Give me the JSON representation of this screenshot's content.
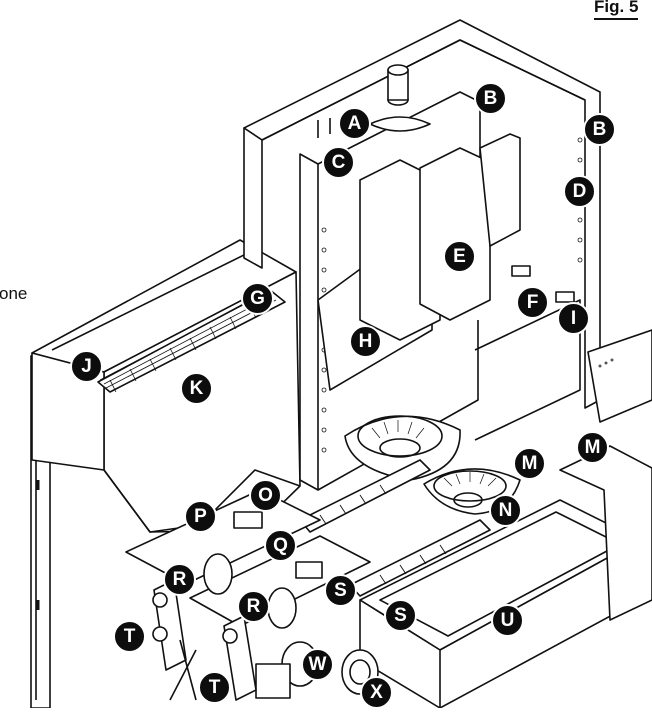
{
  "figure": {
    "title": "Fig. 5",
    "side_text": "one"
  },
  "callouts": [
    {
      "label": "A",
      "icon": "callout-marker"
    },
    {
      "label": "B"
    },
    {
      "label": "B"
    },
    {
      "label": "C"
    },
    {
      "label": "D"
    },
    {
      "label": "E"
    },
    {
      "label": "F"
    },
    {
      "label": "G"
    },
    {
      "label": "H"
    },
    {
      "label": "I"
    },
    {
      "label": "J"
    },
    {
      "label": "K"
    },
    {
      "label": "M"
    },
    {
      "label": "M"
    },
    {
      "label": "N"
    },
    {
      "label": "O"
    },
    {
      "label": "P"
    },
    {
      "label": "Q"
    },
    {
      "label": "R"
    },
    {
      "label": "R"
    },
    {
      "label": "S"
    },
    {
      "label": "S"
    },
    {
      "label": "T"
    },
    {
      "label": "T"
    },
    {
      "label": "U"
    },
    {
      "label": "W"
    },
    {
      "label": "X"
    }
  ],
  "colors": {
    "line": "#111111",
    "callout_fill": "#0d0d0d",
    "callout_text": "#ffffff",
    "background": "#ffffff"
  }
}
